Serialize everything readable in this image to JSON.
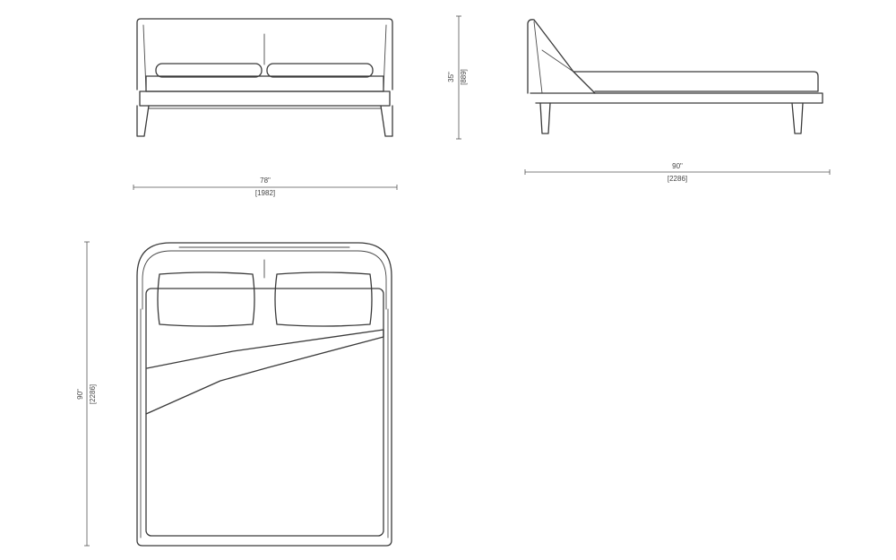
{
  "dimensions": {
    "front_width_in": "78\"",
    "front_width_mm": "[1982]",
    "height_in": "35\"",
    "height_mm": "[889]",
    "side_length_in": "90\"",
    "side_length_mm": "[2286]",
    "top_length_in": "90\"",
    "top_length_mm": "[2286]"
  },
  "colors": {
    "line": "#3a3a3a",
    "background": "#ffffff"
  }
}
